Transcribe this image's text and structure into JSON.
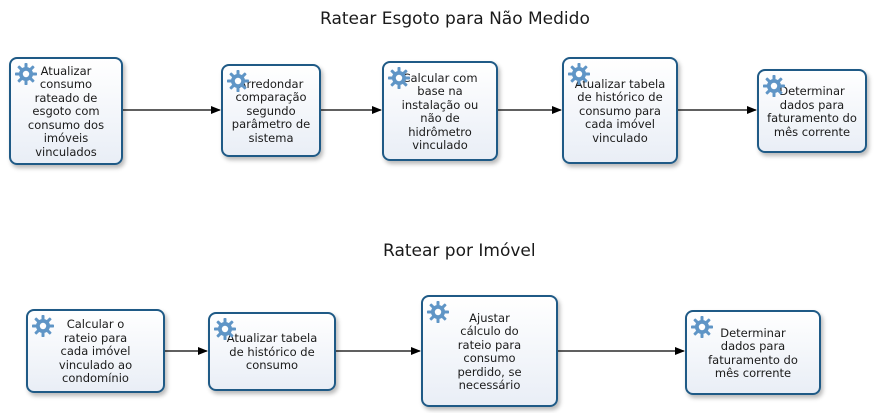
{
  "flow1": {
    "title": "Ratear Esgoto para Não Medido",
    "tasks": [
      "Atualizar\nconsumo\nrateado de\nesgoto com\nconsumo dos\nimóveis\nvinculados",
      "Arredondar\ncomparação\nsegundo\nparâmetro de\nsistema",
      "Calcular com\nbase na\ninstalação ou\nnão de\nhidrômetro\nvinculado",
      "Atualizar tabela\nde histórico de\nconsumo para\ncada imóvel\nvinculado",
      "Determinar\ndados para\nfaturamento do\nmês corrente"
    ]
  },
  "flow2": {
    "title": "Ratear por Imóvel",
    "tasks": [
      "Calcular o\nrateio para\ncada imóvel\nvinculado ao\ncondomínio",
      "Atualizar tabela\nde histórico de\nconsumo",
      "Ajustar\ncálculo do\nrateio para\nconsumo\nperdido, se\nnecessário",
      "Determinar\ndados para\nfaturamento do\nmês corrente"
    ]
  },
  "icons": {
    "task_marker": "gear-icon"
  },
  "colors": {
    "border": "#1f5a86",
    "gear": "#5f95c6",
    "arrow": "#000000"
  }
}
